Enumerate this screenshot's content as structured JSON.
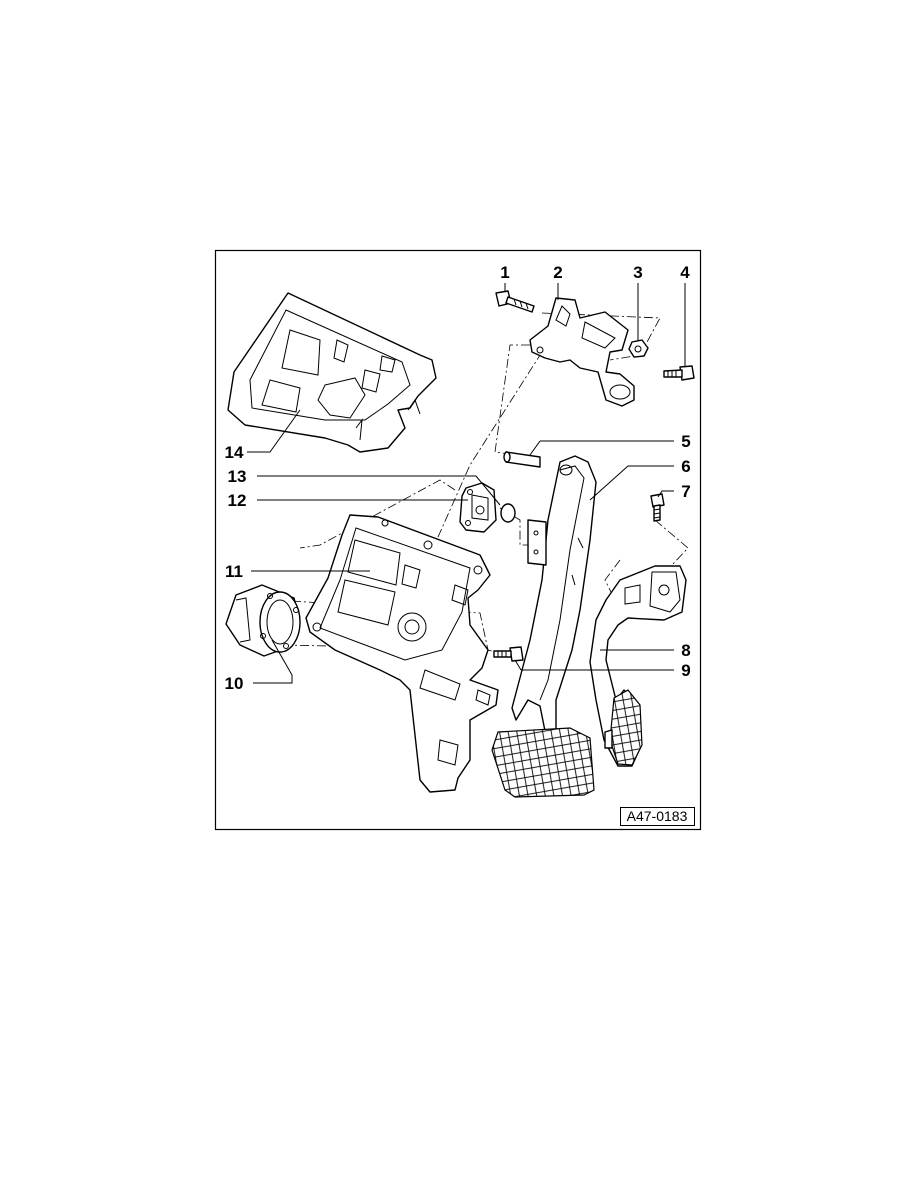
{
  "figure": {
    "code": "A47-0183",
    "callouts": [
      "1",
      "2",
      "3",
      "4",
      "5",
      "6",
      "7",
      "8",
      "9",
      "10",
      "11",
      "12",
      "13",
      "14"
    ]
  }
}
